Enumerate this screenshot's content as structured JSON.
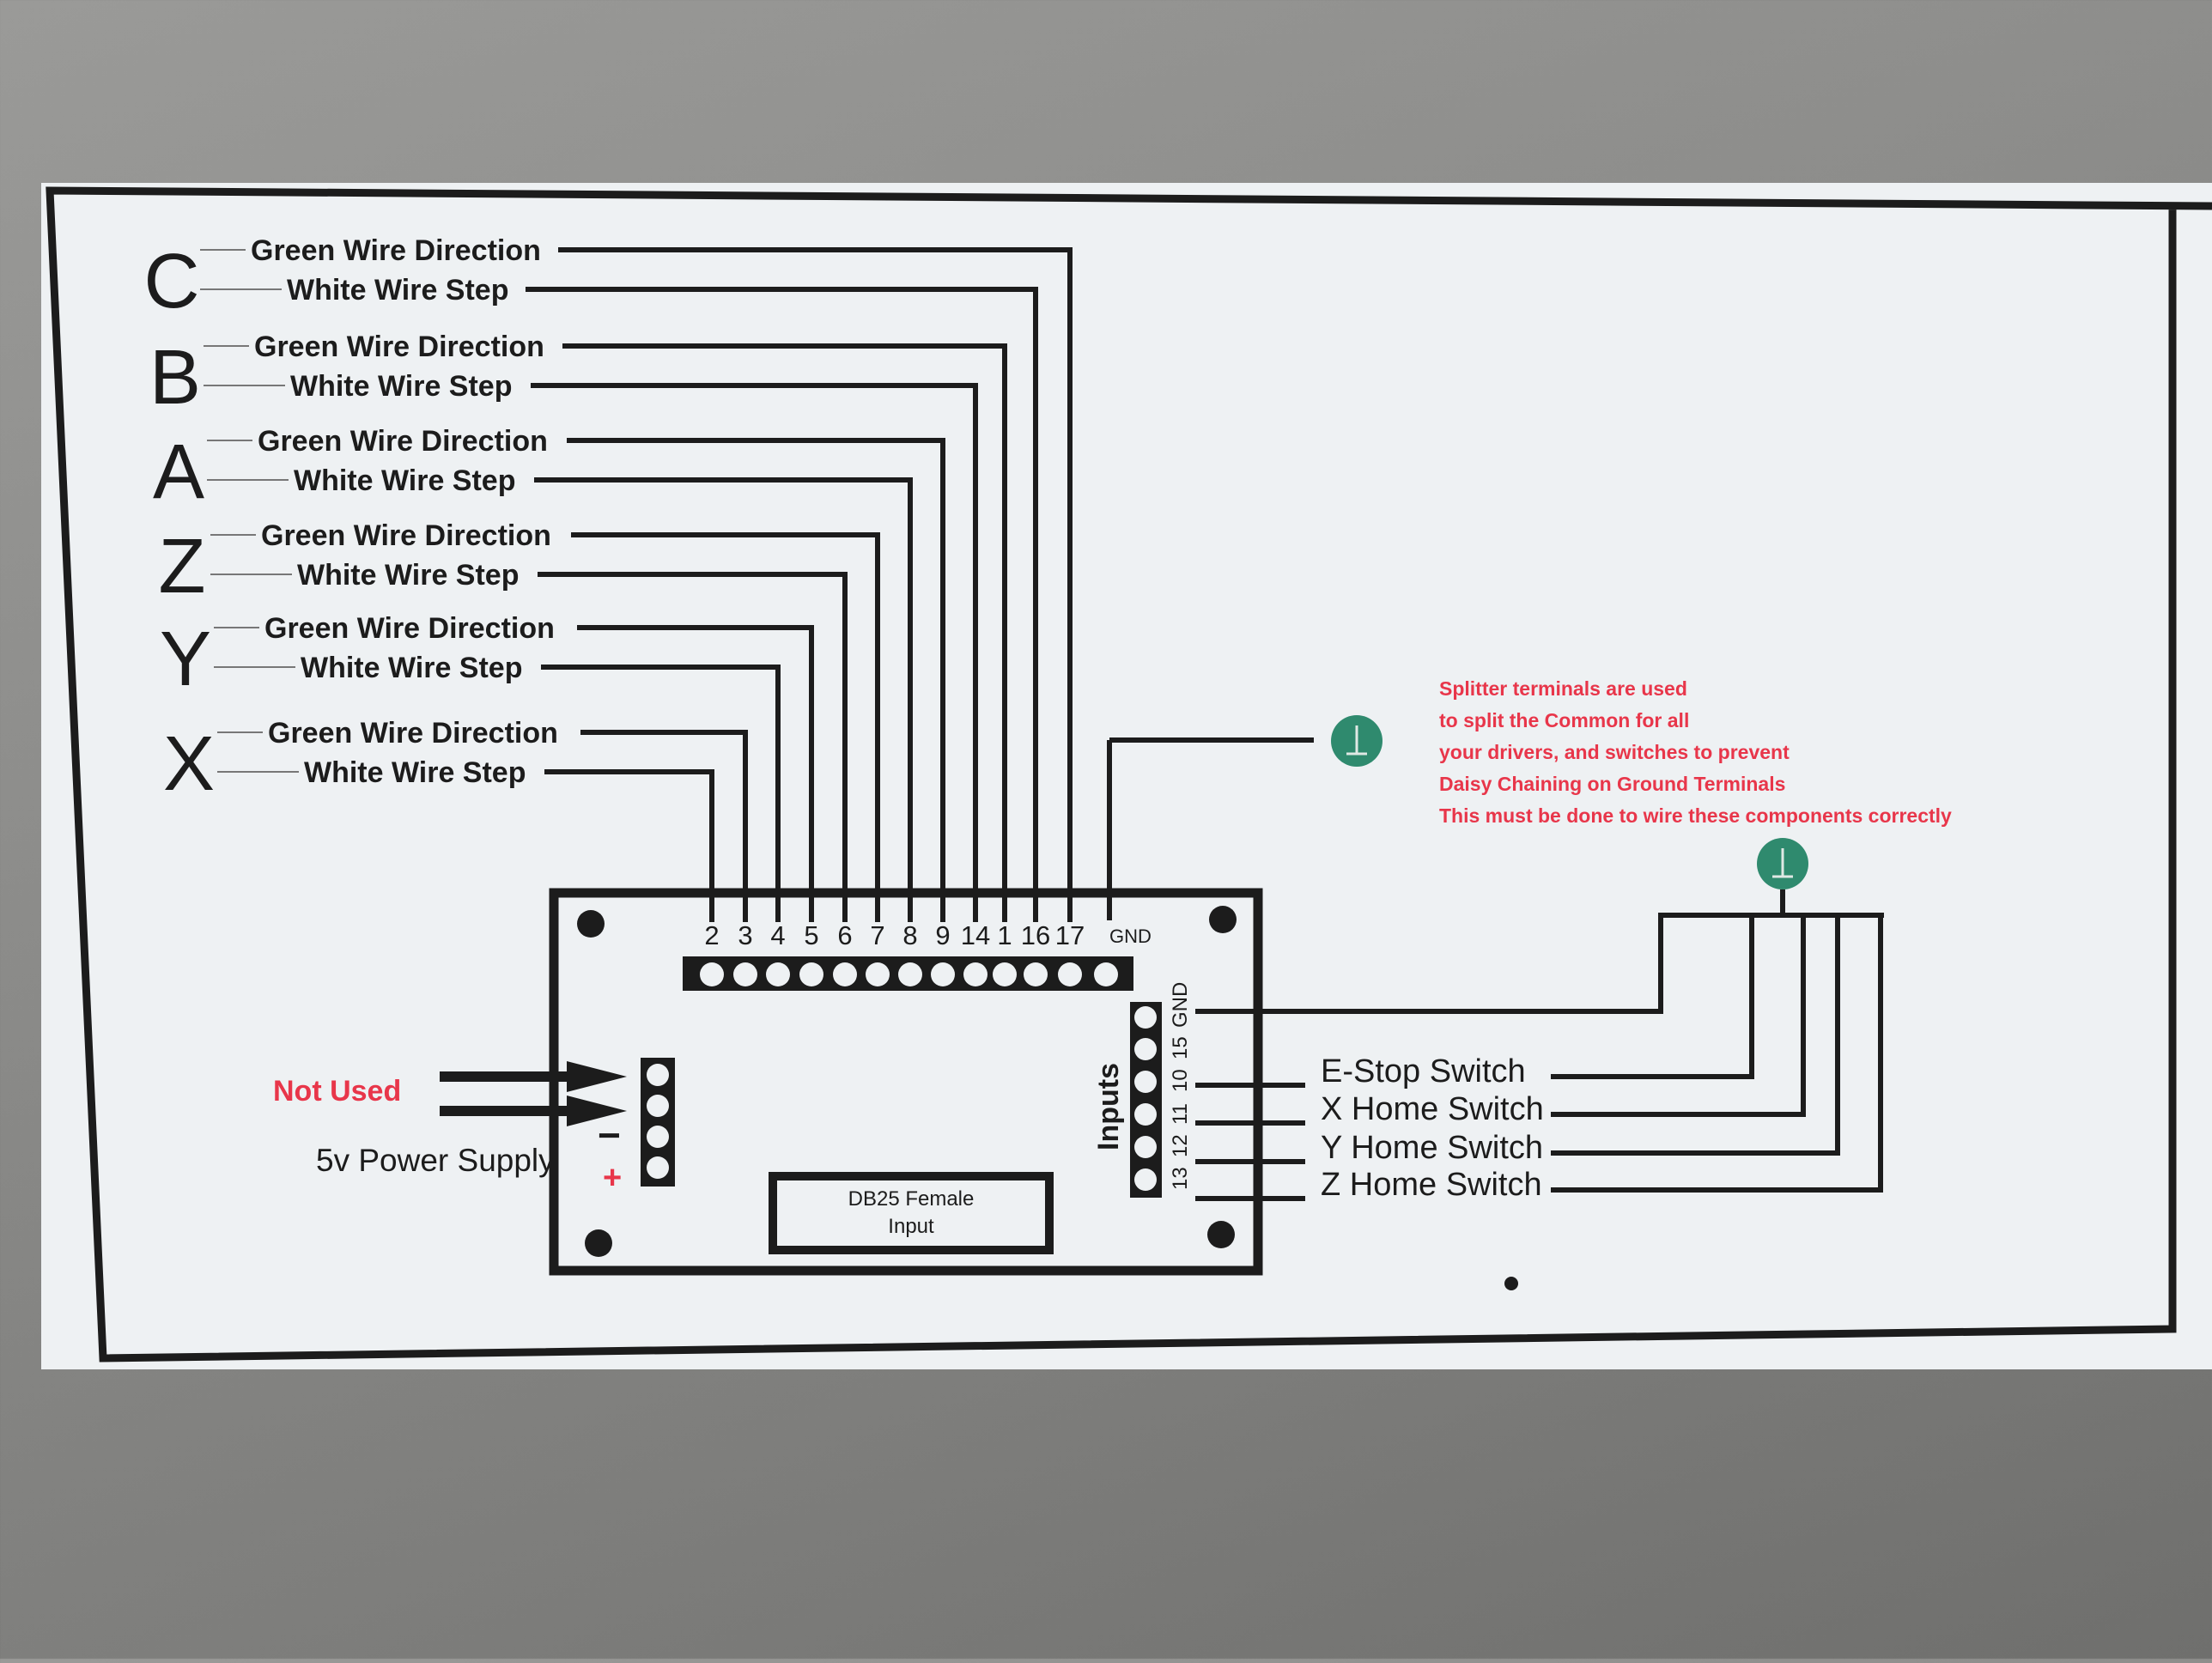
{
  "axes": [
    "C",
    "B",
    "A",
    "Z",
    "Y",
    "X"
  ],
  "direction_label": "Green Wire Direction",
  "step_label": "White Wire  Step",
  "pins": [
    "2",
    "3",
    "4",
    "5",
    "6",
    "7",
    "8",
    "9",
    "14",
    "1",
    "16",
    "17"
  ],
  "gnd_label": "GND",
  "input_pins": [
    "GND",
    "15",
    "10",
    "11",
    "12",
    "13"
  ],
  "inputs_label": "Inputs",
  "switches": [
    "E-Stop Switch",
    "X Home Switch",
    "Y Home Switch",
    "Z Home Switch"
  ],
  "not_used_label": "Not Used",
  "power_label": "5v Power Supply",
  "minus_label": "−",
  "plus_label": "+",
  "db25_label": [
    "DB25 Female",
    "Input"
  ],
  "splitter_note": [
    "Splitter terminals are used",
    "to split the Common for all",
    "your drivers, and switches to prevent",
    "Daisy Chaining on Ground Terminals",
    "This must be done to wire these components correctly"
  ],
  "colors": {
    "ink": "#1c1c1c",
    "note": "#e8364a",
    "ground_terminal": "#2f8a6e",
    "panel": "#eef1f3"
  }
}
